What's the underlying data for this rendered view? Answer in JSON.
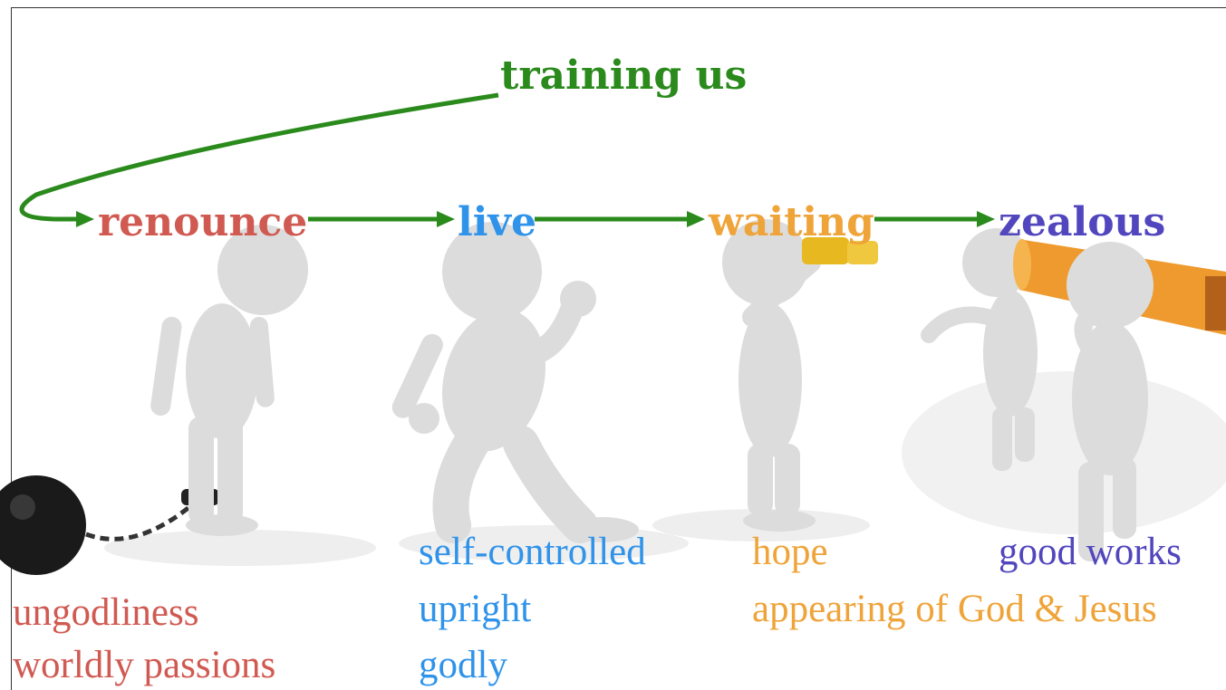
{
  "title": "training us",
  "colors": {
    "green": "#2a8a1c",
    "red": "#d05a52",
    "blue": "#2f93ea",
    "orange": "#efa43a",
    "purple": "#5146bd",
    "figure": "#dcdcdc",
    "shadow": "#eeeeee",
    "tube": "#ee9a2e",
    "ball": "#1a1a1a"
  },
  "stages": [
    {
      "key": "renounce",
      "word": "renounce",
      "items": [
        "ungodliness",
        "worldly passions"
      ]
    },
    {
      "key": "live",
      "word": "live",
      "items": [
        "self-controlled",
        "upright",
        "godly"
      ]
    },
    {
      "key": "waiting",
      "word": "waiting",
      "items": [
        "hope",
        "appearing of God & Jesus"
      ]
    },
    {
      "key": "zealous",
      "word": "zealous",
      "items": [
        "good works"
      ]
    }
  ]
}
